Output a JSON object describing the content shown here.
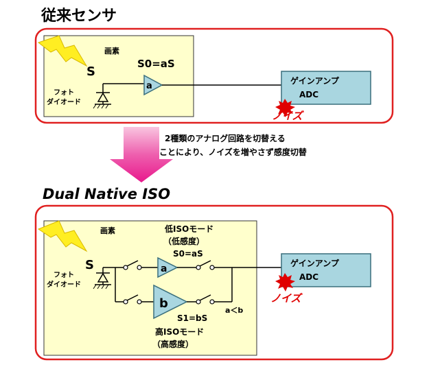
{
  "top_section": {
    "title": "従来センサ",
    "pixel_label": "画素",
    "s_label": "S",
    "equation": "S0=aS",
    "amp_label": "a",
    "photodiode_label_1": "フォト",
    "photodiode_label_2": "ダイオード",
    "adc_line1": "ゲインアンプ",
    "adc_line2": "ADC",
    "noise_label": "ノイズ"
  },
  "arrow": {
    "caption_line1": "2種類のアナログ回路を切替える",
    "caption_line2": "ことにより、ノイズを増やさず感度切替"
  },
  "bottom_section": {
    "title": "Dual Native ISO",
    "pixel_label": "画素",
    "s_label": "S",
    "low_iso_label": "低ISOモード",
    "low_iso_sub": "（低感度）",
    "low_equation": "S0=aS",
    "amp_a_label": "a",
    "amp_b_label": "b",
    "high_equation": "S1=bS",
    "high_iso_label": "高ISOモード",
    "high_iso_sub": "（高感度）",
    "compare": "a＜b",
    "photodiode_label_1": "フォト",
    "photodiode_label_2": "ダイオード",
    "adc_line1": "ゲインアンプ",
    "adc_line2": "ADC",
    "noise_label": "ノイズ"
  },
  "colors": {
    "frame_red": "#e02020",
    "pixel_fill": "#ffffcc",
    "adc_fill": "#a9d6e0",
    "amp_fill": "#a9d6e0",
    "arrow_pink": "#e8188c",
    "noise_red": "#e00000",
    "lightning_yellow": "#ffee22"
  }
}
